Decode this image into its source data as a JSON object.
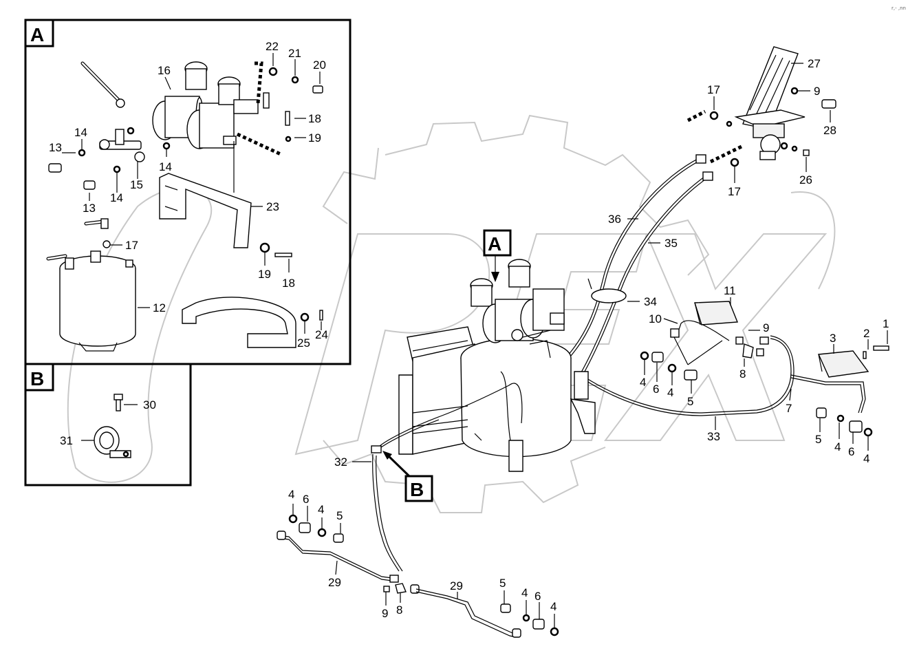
{
  "corner_mark": "r,- ,nn",
  "detail_views": [
    {
      "letter": "A"
    },
    {
      "letter": "B"
    }
  ],
  "main_markers": [
    {
      "letter": "A"
    },
    {
      "letter": "B"
    }
  ],
  "callouts": {
    "a13a": "13",
    "a14a": "14",
    "a13b": "13",
    "a14b": "14",
    "a15": "15",
    "a14c": "14",
    "a16": "16",
    "a22": "22",
    "a21": "21",
    "a20": "20",
    "a18a": "18",
    "a19a": "19",
    "a23": "23",
    "a17": "17",
    "a19b": "19",
    "a18b": "18",
    "a12": "12",
    "a25": "25",
    "a24": "24",
    "b30": "30",
    "b31": "31",
    "m17a": "17",
    "m27": "27",
    "m9a": "9",
    "m28": "28",
    "m26": "26",
    "m17b": "17",
    "m36": "36",
    "m35": "35",
    "m34": "34",
    "m11": "11",
    "m10": "10",
    "m9b": "9",
    "m8a": "8",
    "m4a": "4",
    "m6a": "6",
    "m4b": "4",
    "m5a": "5",
    "m3": "3",
    "m2": "2",
    "m1": "1",
    "m7": "7",
    "m33": "33",
    "m5b": "5",
    "m4c": "4",
    "m6b": "6",
    "m4d": "4",
    "m32": "32",
    "m4e": "4",
    "m6c": "6",
    "m4f": "4",
    "m5c": "5",
    "m29a": "29",
    "m9c": "9",
    "m8b": "8",
    "m29b": "29",
    "m5d": "5",
    "m4g": "4",
    "m6d": "6",
    "m4h": "4"
  }
}
